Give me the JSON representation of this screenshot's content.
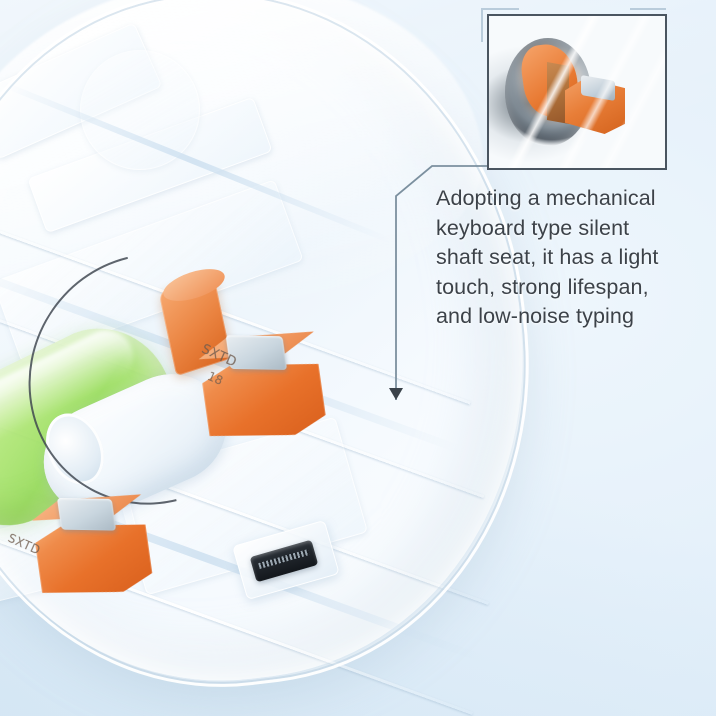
{
  "background": {
    "base_color": "#e4f0fa",
    "highlight_color": "#eef6fc"
  },
  "product": {
    "name": "transparent-wireless-mouse",
    "shell_color": "#ffffff",
    "accent_color": "#e8712a",
    "battery_color": "#9ade5c"
  },
  "inset": {
    "name": "macro-detail-inset",
    "border_color": "#4a5560",
    "subject": "mechanical-silent-shaft-seat-switch"
  },
  "leader": {
    "color": "#7c909f"
  },
  "caption": {
    "color": "#3c4249",
    "lines": [
      "Adopting a mechanical",
      "keyboard type silent",
      "shaft seat, it has a light",
      "touch, strong lifespan,",
      "and low-noise typing"
    ],
    "full_text": "Adopting a mechanical keyboard type silent shaft seat, it has a light touch, strong lifespan, and low-noise typing"
  },
  "switch_main": {
    "label_line1": "SXTD",
    "label_line2": "18"
  },
  "switch_secondary": {
    "label_line1": "SXTD"
  }
}
